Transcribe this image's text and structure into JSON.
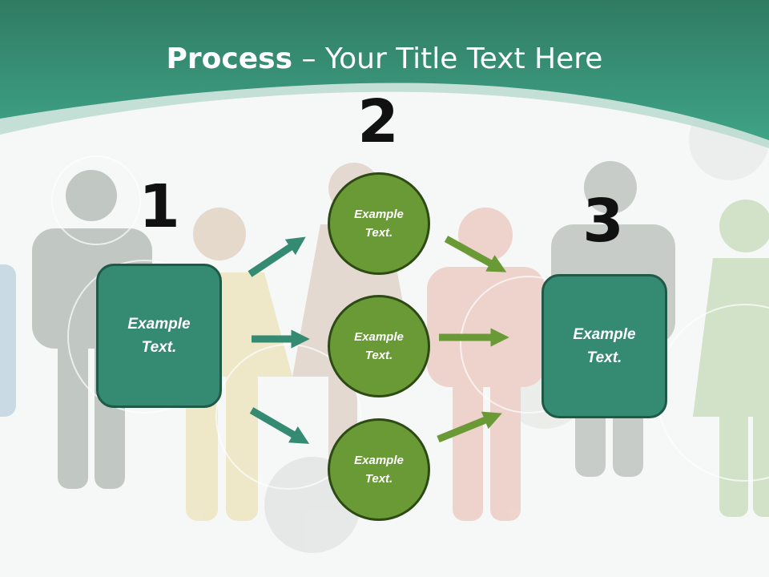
{
  "slide": {
    "title_bold": "Process",
    "title_rest": " – Your Title Text Here",
    "step_numbers": [
      "1",
      "2",
      "3"
    ],
    "left_box": "Example\nText.",
    "right_box": "Example\nText.",
    "circles": [
      "Example\nText.",
      "Example\nText.",
      "Example\nText."
    ]
  },
  "colors": {
    "header_green": "#3a9f82",
    "box_teal": "#358a72",
    "circle_green": "#6a9a36",
    "arrow_teal": "#358a72",
    "arrow_green": "#6a9a36"
  },
  "icons": {
    "background": "people-silhouettes",
    "connectors": "arrow-right"
  }
}
